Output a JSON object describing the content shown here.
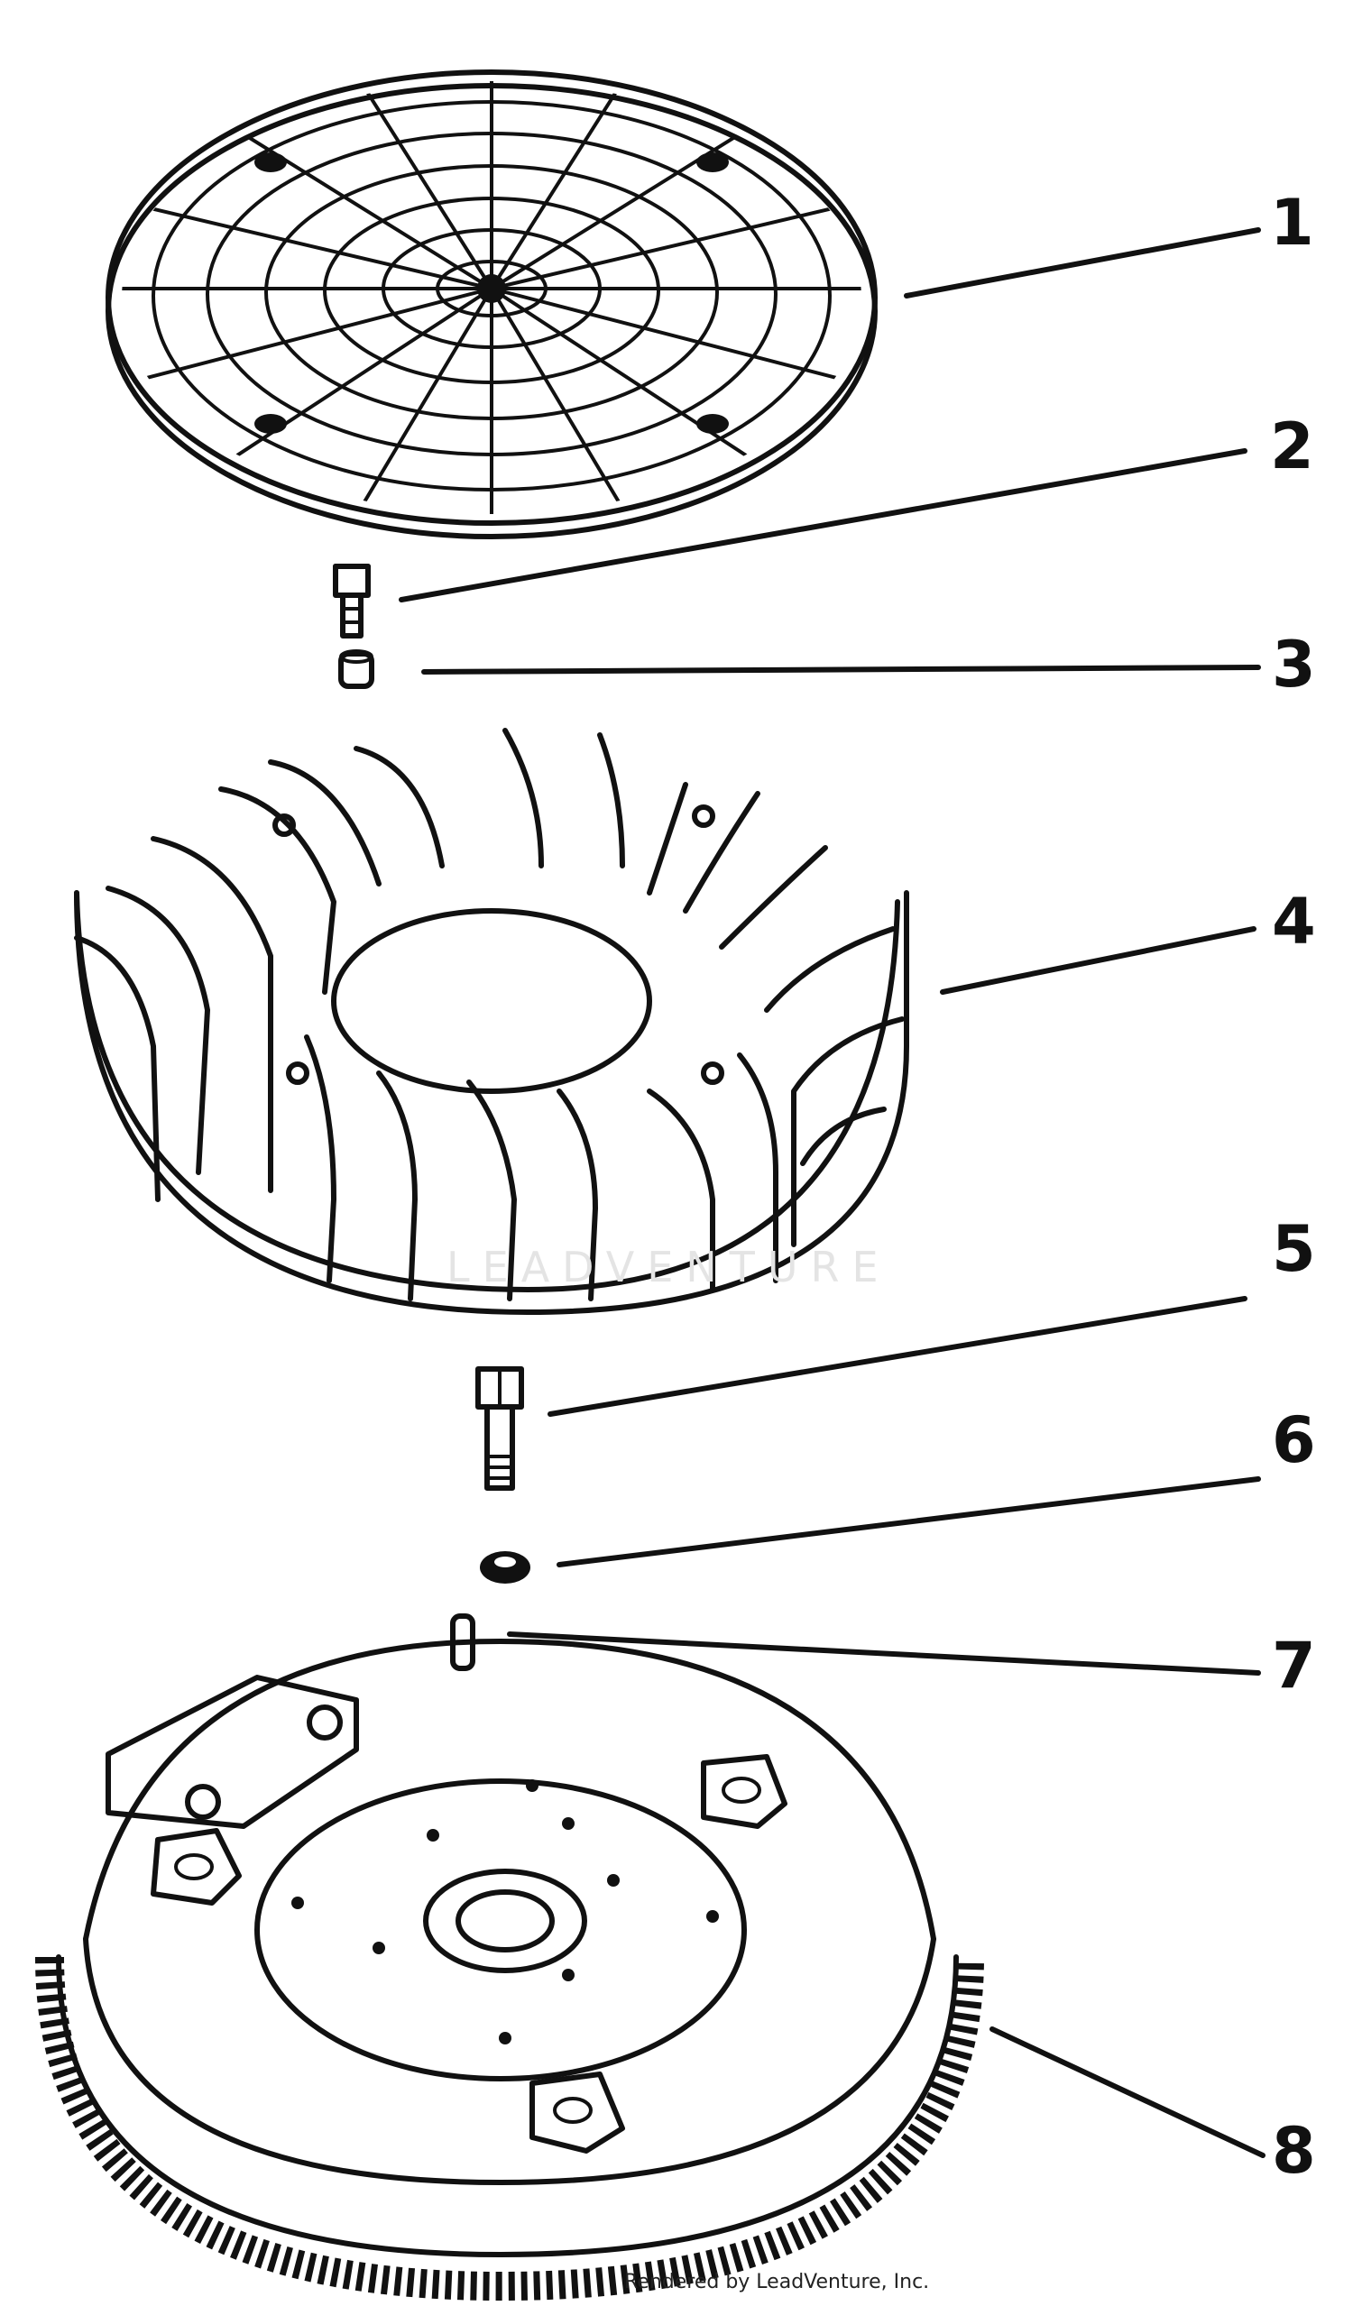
{
  "callouts": [
    {
      "number": "1",
      "part": "grille-screen"
    },
    {
      "number": "2",
      "part": "screw"
    },
    {
      "number": "3",
      "part": "spacer"
    },
    {
      "number": "4",
      "part": "fan"
    },
    {
      "number": "5",
      "part": "bolt"
    },
    {
      "number": "6",
      "part": "washer"
    },
    {
      "number": "7",
      "part": "pin"
    },
    {
      "number": "8",
      "part": "flywheel"
    }
  ],
  "watermark": "LEADVENTURE",
  "footer": "Rendered by LeadVenture, Inc."
}
